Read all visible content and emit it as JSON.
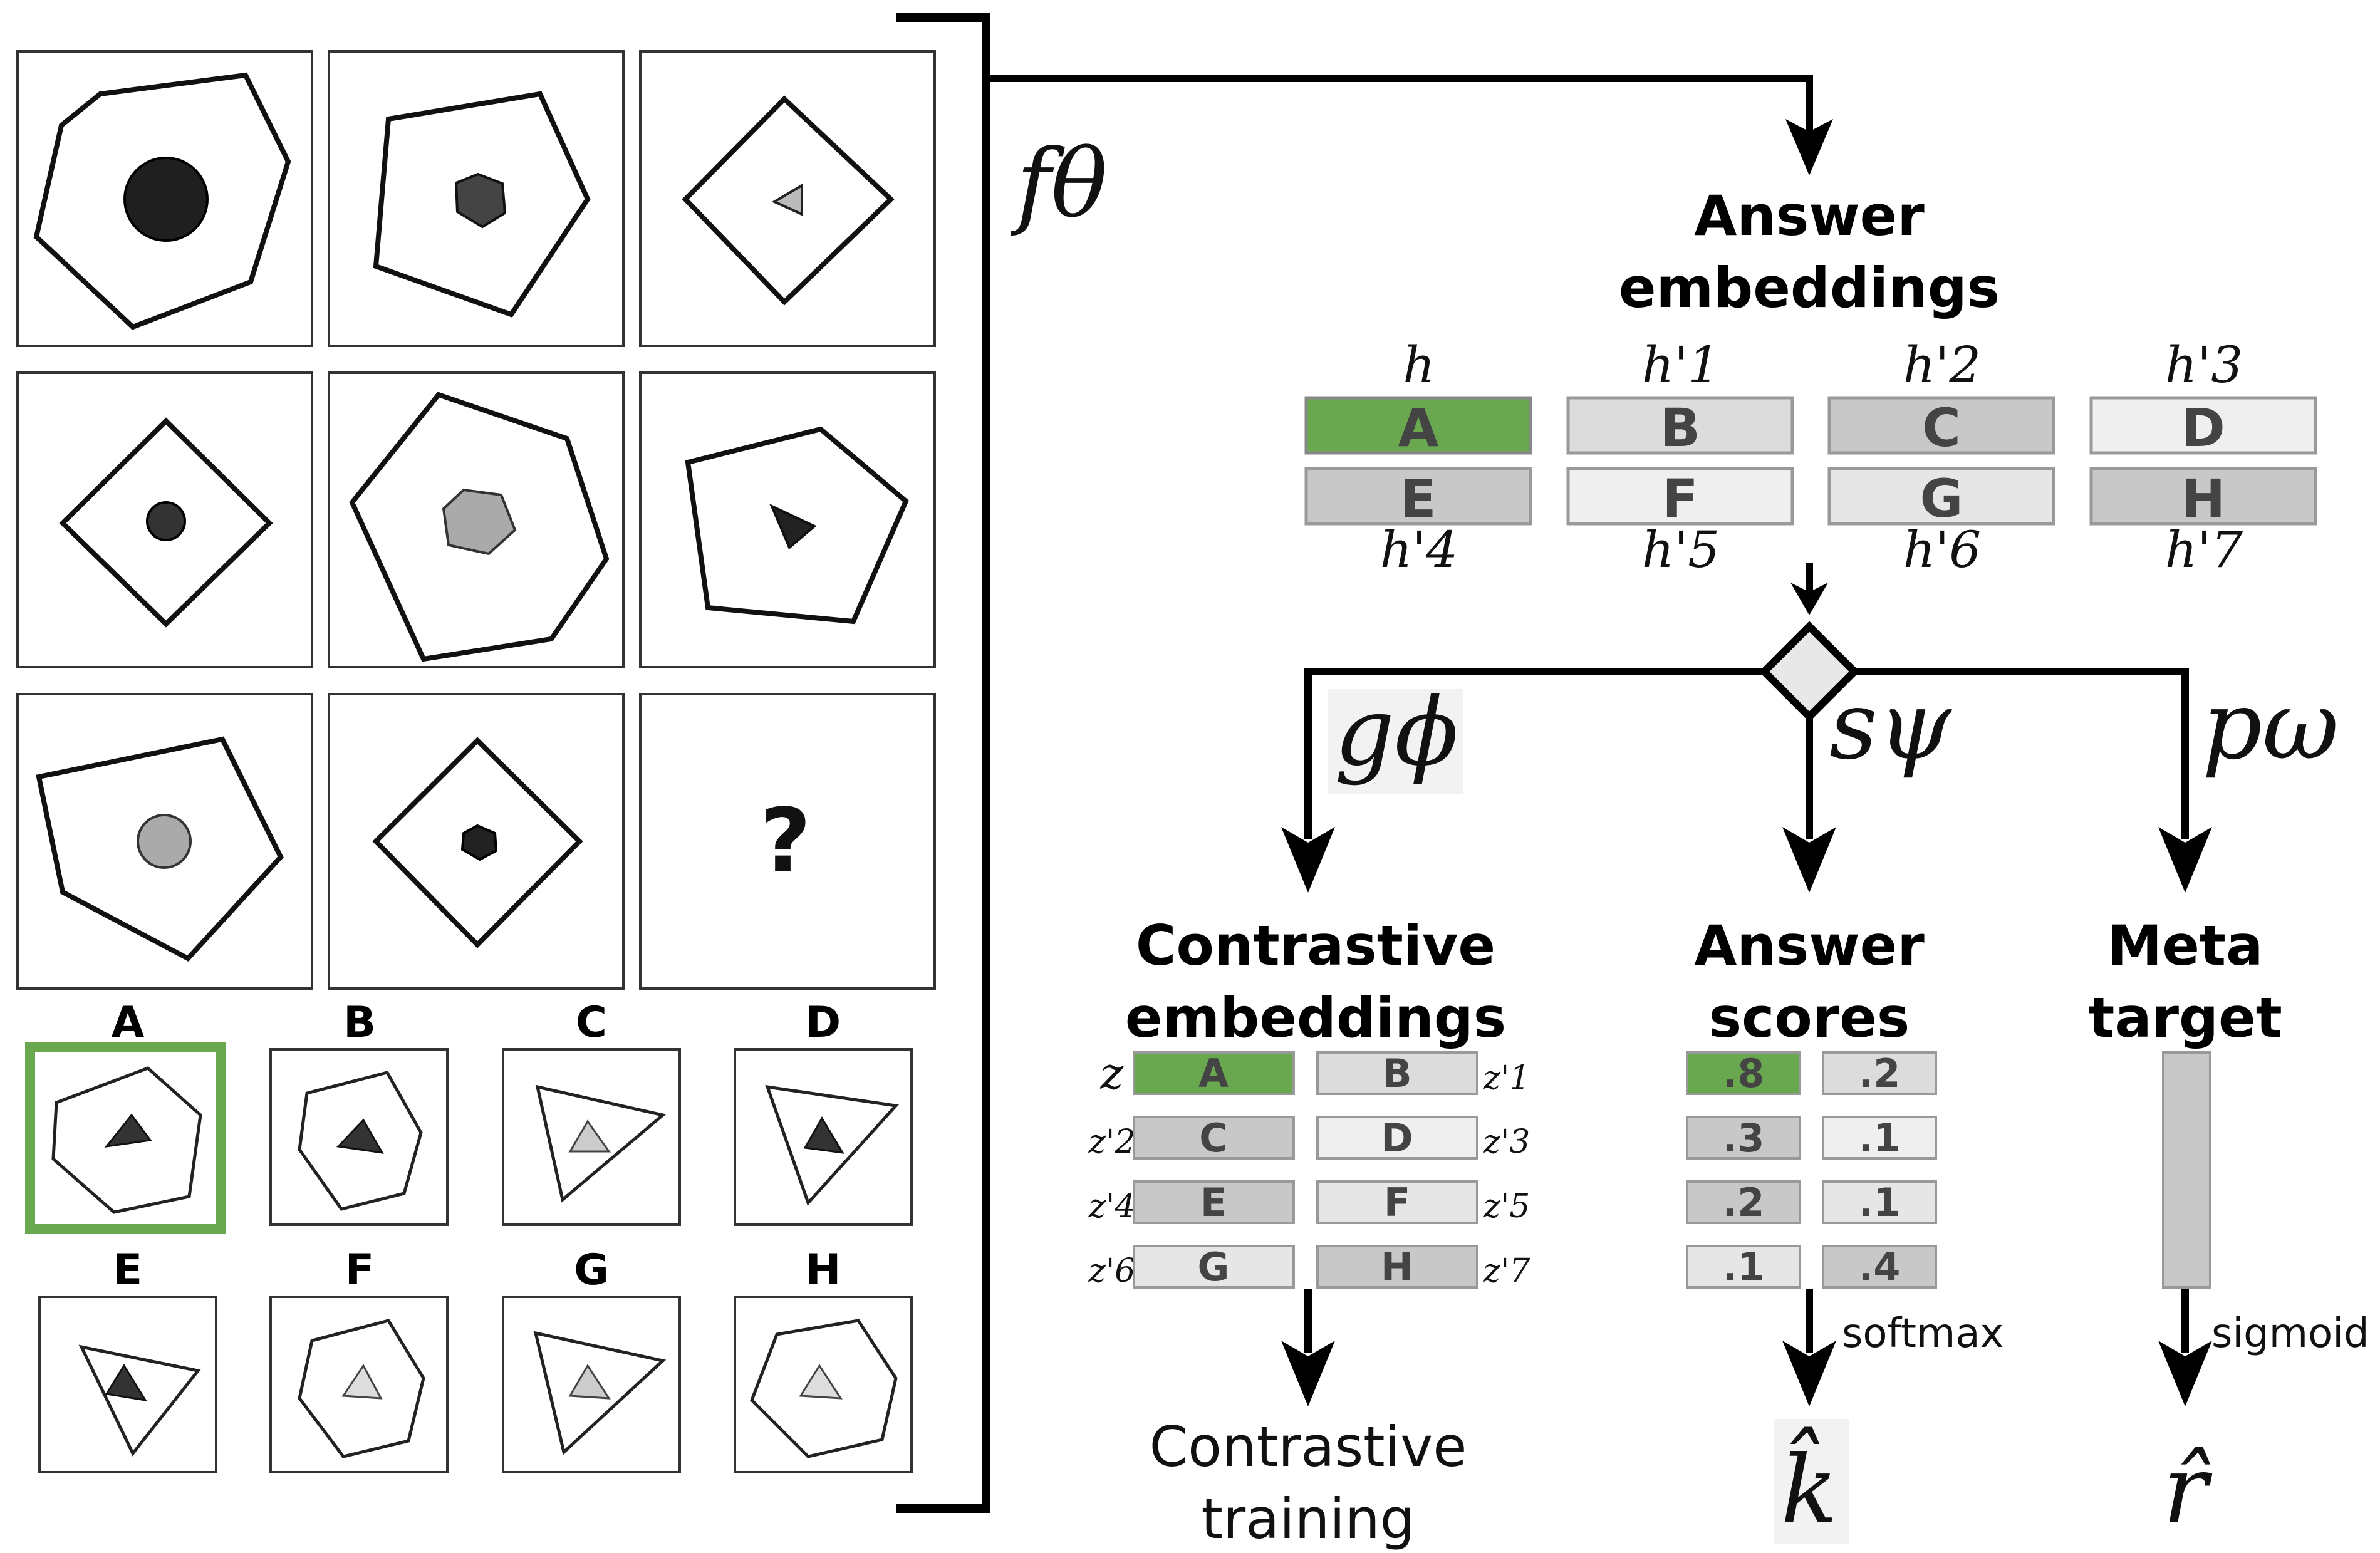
{
  "answer_embeddings": {
    "title_line1": "Answer",
    "title_line2": "embeddings",
    "top_labels": [
      "h",
      "h'1",
      "h'2",
      "h'3"
    ],
    "bottom_labels": [
      "h'4",
      "h'5",
      "h'6",
      "h'7"
    ],
    "row1": [
      "A",
      "B",
      "C",
      "D"
    ],
    "row2": [
      "E",
      "F",
      "G",
      "H"
    ]
  },
  "contrastive": {
    "title_line1": "Contrastive",
    "title_line2": "embeddings",
    "rows": [
      {
        "left_label": "z",
        "left": "A",
        "right": "B",
        "right_label": "z'1"
      },
      {
        "left_label": "z'2",
        "left": "C",
        "right": "D",
        "right_label": "z'3"
      },
      {
        "left_label": "z'4",
        "left": "E",
        "right": "F",
        "right_label": "z'5"
      },
      {
        "left_label": "z'6",
        "left": "G",
        "right": "H",
        "right_label": "z'7"
      }
    ],
    "output_line1": "Contrastive",
    "output_line2": "training"
  },
  "answer_scores": {
    "title_line1": "Answer",
    "title_line2": "scores",
    "rows": [
      [
        ".8",
        ".2"
      ],
      [
        ".3",
        ".1"
      ],
      [
        ".2",
        ".1"
      ],
      [
        ".1",
        ".4"
      ]
    ],
    "activation": "softmax",
    "output": "k̂"
  },
  "meta_target": {
    "title_line1": "Meta",
    "title_line2": "target",
    "activation": "sigmoid",
    "output": "r̂"
  },
  "function_labels": {
    "encoder": "fθ",
    "contrastive_head": "gϕ",
    "score_head": "sψ",
    "meta_head": "pω"
  },
  "puzzle": {
    "question_mark": "?",
    "answer_letters_row1": [
      "A",
      "B",
      "C",
      "D"
    ],
    "answer_letters_row2": [
      "E",
      "F",
      "G",
      "H"
    ],
    "selected_answer": "A"
  },
  "colors": {
    "selected_green": "#6aa84f",
    "box_dark": "#c8c8c8",
    "box_light": "#e6e6e6",
    "box_lighter": "#efefef"
  }
}
